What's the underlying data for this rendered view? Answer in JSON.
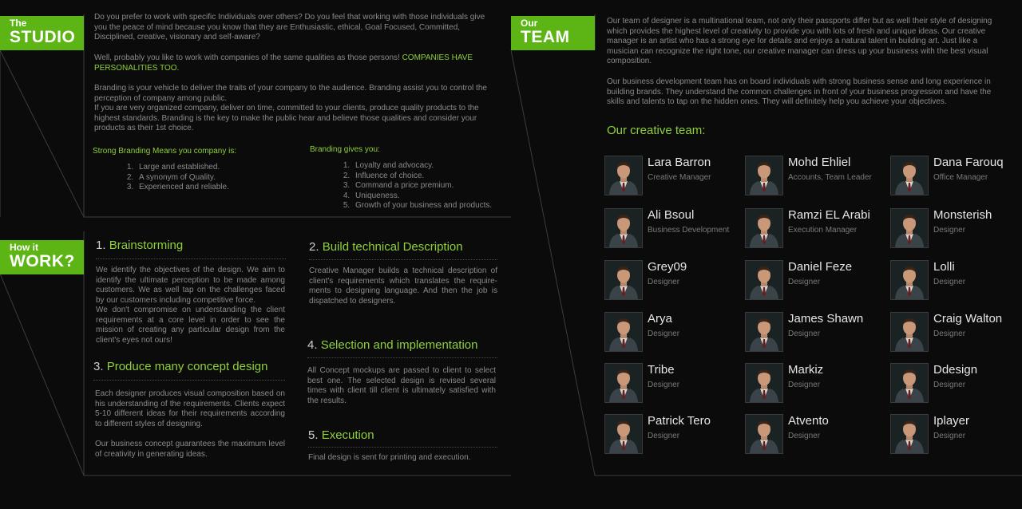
{
  "studio": {
    "tag_small": "The",
    "tag_big": "STUDIO",
    "para1": "Do you prefer to work with specific Individuals over others? Do you feel that working with those individuals give you the peace of mind because you know that they are Enthusiastic, ethical, Goal Focused, Committed, Disciplined, creative, visionary and self-aware?",
    "para2_text": "Well, probably you like to work with companies of the same qualities as those persons! ",
    "para2_highlight": "COMPANIES HAVE PERSONALITIES TOO.",
    "para3": "Branding is your vehicle to deliver the traits of your company to the audience. Branding assist you to control the perception of company among public.",
    "para4": "If you are very organized company, deliver on time, committed to your clients, produce quality products to the highest standards. Branding is the key to make the public hear and believe those qualities and consider your products as their 1st choice.",
    "means_title": "Strong Branding Means you company is:",
    "means": [
      "Large and established.",
      "A synonym of Quality.",
      "Experienced and reliable."
    ],
    "gives_title": "Branding gives you:",
    "gives": [
      "Loyalty and advocacy.",
      "Influence of choice.",
      "Command a price premium.",
      "Uniqueness.",
      "Growth of your business and products."
    ]
  },
  "how": {
    "tag_small": "How it",
    "tag_big": "WORK?",
    "steps": [
      {
        "num": "1.",
        "title": "Brainstorming",
        "text": "We identify the objectives of the design. We aim to identify the ultimate perception to be made among customers. We as well tap on the challenges faced by our customers including competitive force.",
        "text2": "We don't compromise on understanding the client requirements at a core level in order to see the mission of creating any particular design from the client's eyes not ours!"
      },
      {
        "num": "2.",
        "title": "Build technical Description",
        "text": "Creative Manager builds a technical description of client's requirements which translates the require-ments to designing language. And then the job is dispatched to designers."
      },
      {
        "num": "3.",
        "title": "Produce many concept design",
        "text": "Each designer produces visual composition based on his understanding of the requirements. Clients expect 5-10 different ideas for their requirements according to different styles of designing.",
        "text2": "Our business concept guarantees the maximum level of creativity in generating ideas."
      },
      {
        "num": "4.",
        "title": "Selection and implementation",
        "text": "All Concept mockups are passed to client to select best one. The selected design is revised several times with client till client is ultimately satisfied with the results."
      },
      {
        "num": "5.",
        "title": "Execution",
        "text": "Final design is sent for printing and execution."
      }
    ]
  },
  "team": {
    "tag_small": "Our",
    "tag_big": "TEAM",
    "para1": "Our team of designer is a multinational team, not only their passports differ but as well their style of designing which provides the highest level of creativity to provide you with lots of fresh and unique ideas. Our creative manager is an artist who has a strong eye for details and enjoys a natural talent in building art. Just like a musician can recognize the right tone, our creative manager can dress up your business with the best visual composition.",
    "para2": "Our business development team has on board individuals with strong business sense and long experience in building brands. They understand the common challenges in front of your business progression and have the skills and talents to tap on the hidden ones. They will definitely help you achieve your objectives.",
    "creative_title": "Our creative team:",
    "members": [
      {
        "name": "Lara Barron",
        "role": "Creative Manager"
      },
      {
        "name": "Mohd Ehliel",
        "role": "Accounts, Team Leader"
      },
      {
        "name": "Dana Farouq",
        "role": "Office Manager"
      },
      {
        "name": "Ali Bsoul",
        "role": "Business Development"
      },
      {
        "name": "Ramzi EL Arabi",
        "role": "Execution Manager"
      },
      {
        "name": "Monsterish",
        "role": "Designer"
      },
      {
        "name": "Grey09",
        "role": "Designer"
      },
      {
        "name": "Daniel Feze",
        "role": "Designer"
      },
      {
        "name": "Lolli",
        "role": "Designer"
      },
      {
        "name": "Arya",
        "role": "Designer"
      },
      {
        "name": "James Shawn",
        "role": "Designer"
      },
      {
        "name": "Craig Walton",
        "role": "Designer"
      },
      {
        "name": "Tribe",
        "role": "Designer"
      },
      {
        "name": "Markiz",
        "role": "Designer"
      },
      {
        "name": "Ddesign",
        "role": "Designer"
      },
      {
        "name": "Patrick Tero",
        "role": "Designer"
      },
      {
        "name": "Atvento",
        "role": "Designer"
      },
      {
        "name": "Iplayer",
        "role": "Designer"
      }
    ]
  },
  "colors": {
    "accent": "#5cb515",
    "heading_green": "#8fd13a",
    "background": "#0b0b0b",
    "body_text": "#8a8a8a"
  }
}
